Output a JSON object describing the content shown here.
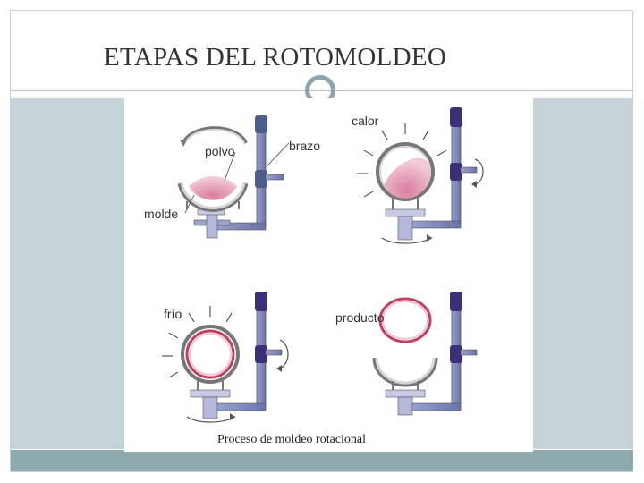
{
  "slide": {
    "title": "ETAPAS DEL ROTOMOLDEO"
  },
  "diagram": {
    "labels": {
      "polvo": "polvo",
      "brazo": "brazo",
      "molde": "molde",
      "calor": "calor",
      "frio": "frío",
      "producto": "producto"
    },
    "caption": "Proceso de moldeo rotacional"
  },
  "colors": {
    "title_text": "#333333",
    "side_panel": "#c5d2d8",
    "footer_band": "#8faaac",
    "arm": "#7d86b8",
    "arm_cap": "#3b2f7a",
    "mold": "#c9c4cf",
    "powder": "#e7a9bd",
    "product": "#c0405e"
  }
}
